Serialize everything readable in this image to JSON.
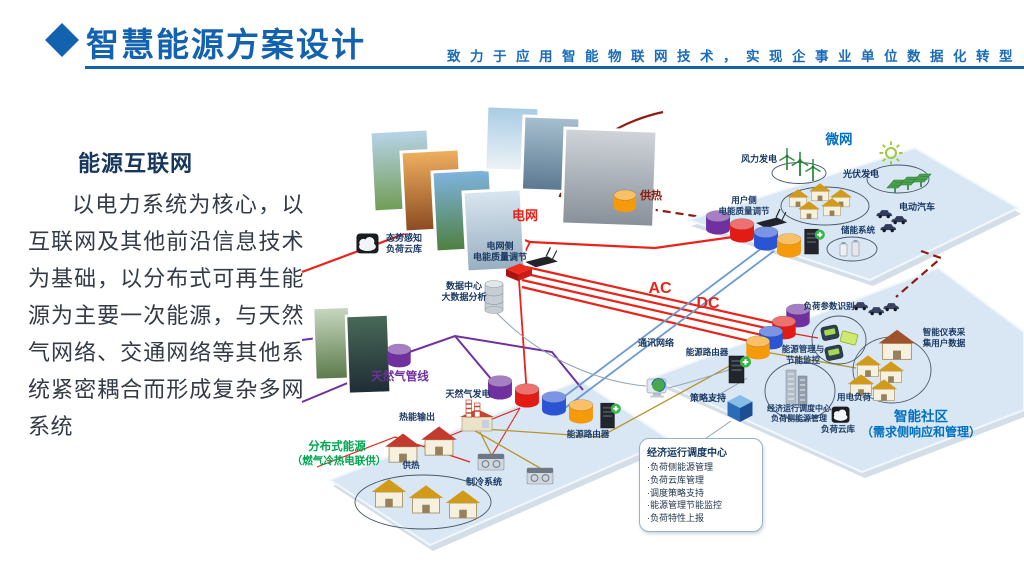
{
  "header": {
    "title": "智慧能源方案设计",
    "subtitle": "致力于应用智能物联网技术，实现企事业单位数据化转型"
  },
  "intro": {
    "heading": "能源互联网",
    "body": "以电力系统为核心，以互联网及其他前沿信息技术为基础，以分布式可再生能源为主要一次能源，与天然气网络、交通网络等其他系统紧密耦合而形成复杂多网系统"
  },
  "diagram": {
    "labels": {
      "grid": "电网",
      "heat_supply": "供热",
      "situation_line1": "态势感知",
      "situation_line2": "负荷云库",
      "grid_side_line1": "电网侧",
      "grid_side_line2": "电能质量调节",
      "datacenter_line1": "数据中心",
      "datacenter_line2": "大数据分析",
      "ac": "AC",
      "dc": "DC",
      "comm_network": "通讯网络",
      "energy_router": "能源路由器",
      "strategy_support": "策略支持",
      "gas_pipeline": "天然气管线",
      "gas_generation": "天然气发电",
      "heat_output": "热能输出",
      "distributed_line1": "分布式能源",
      "distributed_line2": "（燃气冷热电联供）",
      "heating": "供热",
      "cooling_system": "制冷系统",
      "microgrid": "微网",
      "wind_power": "风力发电",
      "pv_power": "光伏发电",
      "ev": "电动汽车",
      "storage": "储能系统",
      "user_side_line1": "用户侧",
      "user_side_line2": "电能质量调节",
      "load_param": "负荷参数识别",
      "smart_meter_line1": "智能仪表采",
      "smart_meter_line2": "集用户数据",
      "energy_mgmt_line1": "能源管理与",
      "energy_mgmt_line2": "节能监控",
      "dispatch_center_line1": "经济运行调度中心",
      "dispatch_center_line2": "负荷侧能源管理",
      "elec_load": "用电负荷",
      "load_cloud": "负荷云库",
      "community_line1": "智能社区",
      "community_line2": "（需求侧响应和管理）"
    },
    "dispatch_box": {
      "title": "经济运行调度中心",
      "items": [
        "·负荷侧能源管理",
        "·负荷云库管理",
        "·调度策略支持",
        "·能源管理节能监控",
        "·负荷特性上报"
      ]
    },
    "colors": {
      "accent_blue": "#1262b0",
      "ac_red": "#e8231a",
      "dc_blue": "#6b9ad0",
      "gas_purple": "#7030a0",
      "heat_darkred": "#8e1c10",
      "thermal_tan": "#b5962a",
      "green_title": "#00a651",
      "community_blue": "#0070c0"
    },
    "icons": {
      "cylinder-icon": "data/energy storage node",
      "server-icon": "energy router tower with green plus",
      "router-icon": "black wireless router",
      "cloud-icon": "black cube with white cloud",
      "wind-turbine-icon": "green wind turbine",
      "sun-icon": "green sun",
      "solar-panel-icon": "green tilted panel",
      "house-icon": "small house",
      "car-icon": "electric car",
      "meter-icon": "smart meter",
      "cube-icon": "blue 3d cube",
      "globe-pc-icon": "monitor with globe",
      "plant-icon": "gas power plant",
      "chiller-icon": "cooling unit",
      "building-icon": "dispatch center towers",
      "battery-icon": "storage batteries"
    }
  }
}
